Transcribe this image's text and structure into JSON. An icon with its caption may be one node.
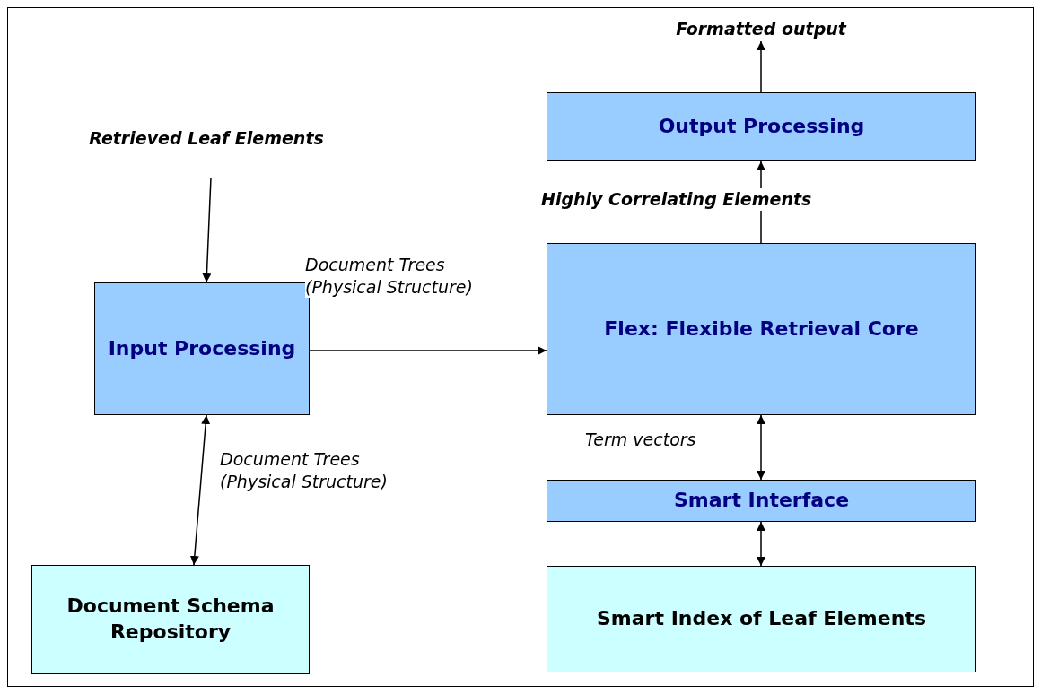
{
  "diagram": {
    "nodes": [
      {
        "text": [
          "Retrieved Leaf Elements"
        ]
      },
      {
        "text": [
          "Input Processing"
        ]
      },
      {
        "text": [
          "Document Schema Repository"
        ]
      },
      {
        "text": [
          "Flex: Flexible Retrieval Core"
        ]
      },
      {
        "text": [
          "Output Processing"
        ]
      },
      {
        "text": [
          "Smart Interface"
        ]
      },
      {
        "text": [
          "Smart Index of Leaf Elements"
        ]
      },
      {
        "text": [
          "Formatted output"
        ]
      }
    ],
    "edges": [
      {
        "from": 0,
        "to": 1,
        "arrow": "to"
      },
      {
        "from": 1,
        "to": 3,
        "arrow": "to",
        "label": "Document Trees (Physical Structure)"
      },
      {
        "from": 1,
        "to": 2,
        "arrow": "both",
        "label": "Document Trees (Physical Structure)"
      },
      {
        "from": 3,
        "to": 4,
        "arrow": "to",
        "label": "Highly Correlating Elements"
      },
      {
        "from": 4,
        "to": 7,
        "arrow": "to"
      },
      {
        "from": 3,
        "to": 5,
        "arrow": "both",
        "label": "Term vectors"
      },
      {
        "from": 5,
        "to": 6,
        "arrow": "both"
      }
    ]
  }
}
